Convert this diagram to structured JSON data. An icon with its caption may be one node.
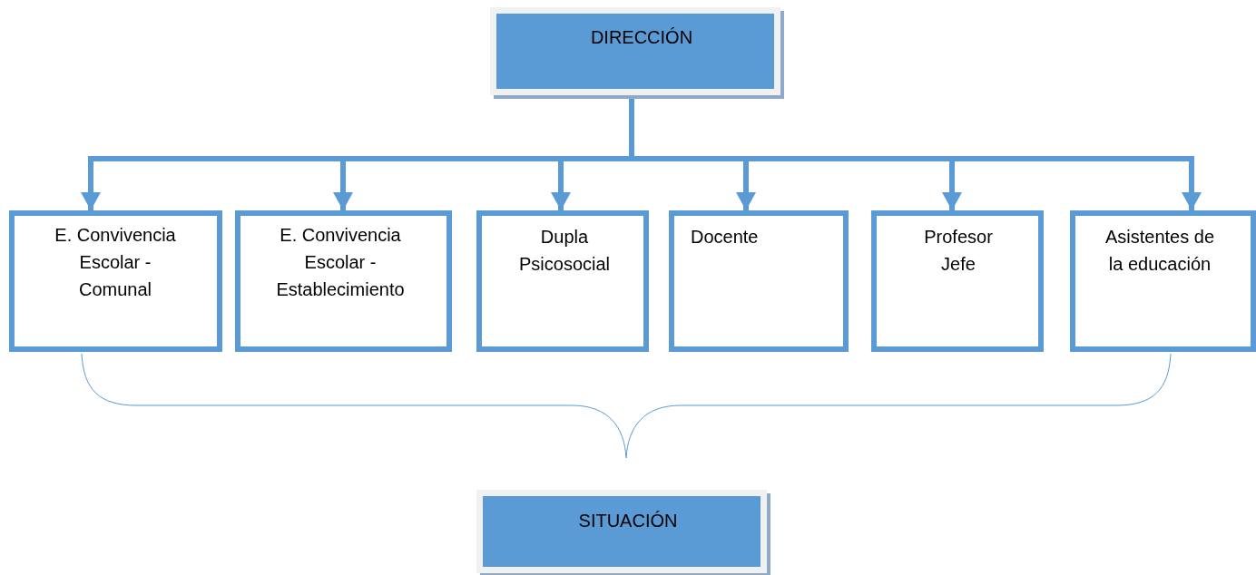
{
  "diagram": {
    "nodes": [
      {
        "text": [
          "DIRECCIÓN"
        ]
      },
      {
        "text": [
          "E. Convivencia Escolar - Comunal"
        ]
      },
      {
        "text": [
          "E. Convivencia Escolar - Establecimiento"
        ]
      },
      {
        "text": [
          "Dupla Psicosocial"
        ]
      },
      {
        "text": [
          "Docente"
        ]
      },
      {
        "text": [
          "Profesor Jefe"
        ]
      },
      {
        "text": [
          "Asistentes de la educación"
        ]
      },
      {
        "text": [
          "SITUACIÓN"
        ]
      }
    ],
    "edges": [
      {
        "from": 0,
        "to": 1,
        "arrow": "to"
      },
      {
        "from": 0,
        "to": 2,
        "arrow": "to"
      },
      {
        "from": 0,
        "to": 3,
        "arrow": "to"
      },
      {
        "from": 0,
        "to": 4,
        "arrow": "to"
      },
      {
        "from": 0,
        "to": 5,
        "arrow": "to"
      },
      {
        "from": 0,
        "to": 6,
        "arrow": "to"
      }
    ]
  }
}
